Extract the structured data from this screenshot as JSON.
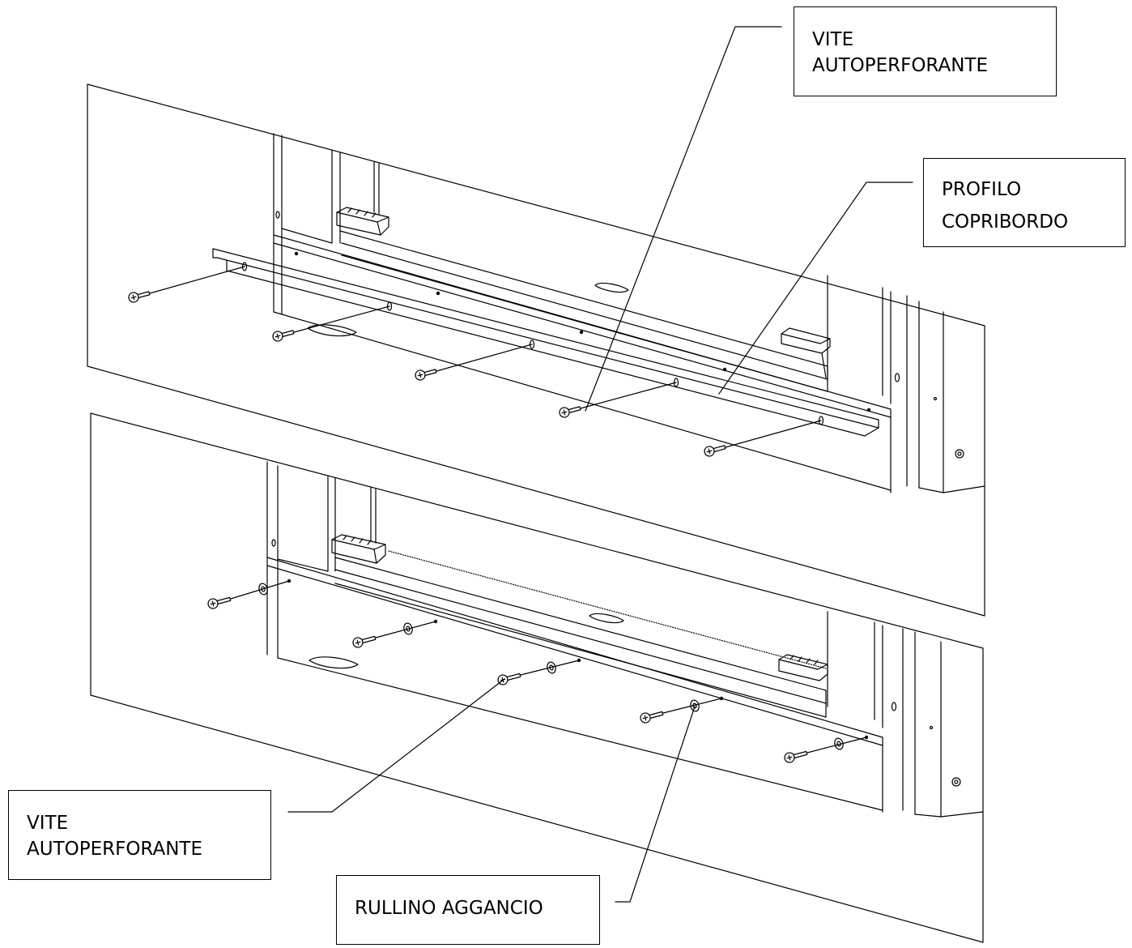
{
  "labels": {
    "top_screw": [
      "VITE",
      "AUTOPERFORANTE"
    ],
    "profile": [
      "PROFILO",
      "COPRIBORDO"
    ],
    "bottom_screw": [
      "VITE",
      "AUTOPERFORANTE"
    ],
    "roller": [
      "RULLINO AGGANCIO"
    ]
  },
  "colors": {
    "line": "#000000",
    "background": "#ffffff"
  }
}
